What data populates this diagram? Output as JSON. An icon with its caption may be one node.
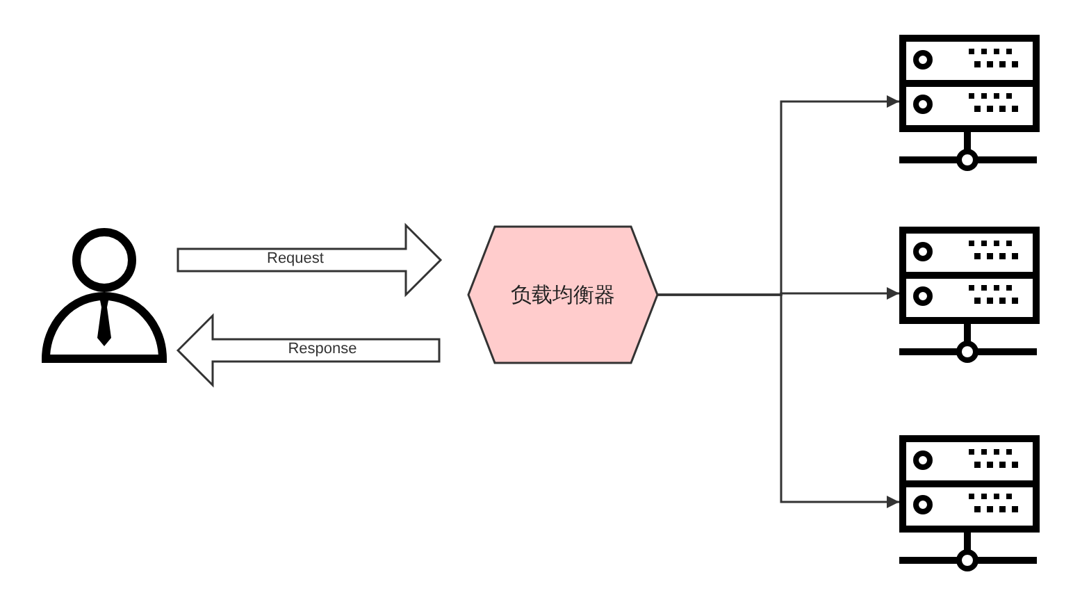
{
  "diagram": {
    "nodes": [
      {
        "text": [],
        "shape": "person"
      },
      {
        "text": [
          "负载均衡器"
        ]
      },
      {
        "text": [],
        "shape": "server"
      },
      {
        "text": [],
        "shape": "server"
      },
      {
        "text": [],
        "shape": "server"
      }
    ],
    "edges": [
      {
        "from": 0,
        "to": 1,
        "arrow": "to",
        "label": "Request",
        "style": "thick"
      },
      {
        "from": 1,
        "to": 0,
        "arrow": "to",
        "label": "Response",
        "style": "thick"
      },
      {
        "from": 1,
        "to": 2,
        "arrow": "to"
      },
      {
        "from": 1,
        "to": 3,
        "arrow": "to"
      },
      {
        "from": 1,
        "to": 4,
        "arrow": "to"
      }
    ]
  }
}
